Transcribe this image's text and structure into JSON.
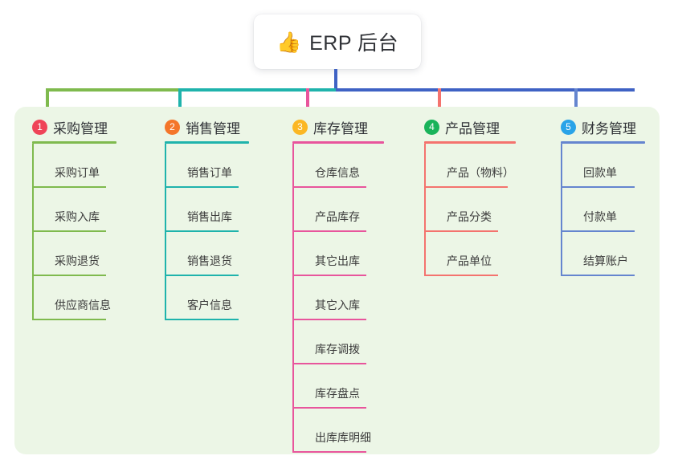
{
  "root": {
    "icon": "thumbs-up-emoji",
    "emoji": "👍",
    "title": "ERP 后台"
  },
  "panel": {
    "background": "#ecf6e6"
  },
  "connector": {
    "stem_color": "#3f62c4",
    "segments": [
      {
        "color": "#7fba4e"
      },
      {
        "color": "#1fb3ac"
      },
      {
        "color": "#3f62c4"
      }
    ]
  },
  "columns": [
    {
      "number": "1",
      "title": "采购管理",
      "badge_color": "#ef4458",
      "line_color": "#7fba4e",
      "items": [
        "采购订单",
        "采购入库",
        "采购退货",
        "供应商信息"
      ]
    },
    {
      "number": "2",
      "title": "销售管理",
      "badge_color": "#f4762a",
      "line_color": "#1fb3ac",
      "items": [
        "销售订单",
        "销售出库",
        "销售退货",
        "客户信息"
      ]
    },
    {
      "number": "3",
      "title": "库存管理",
      "badge_color": "#fbb724",
      "line_color": "#e8559c",
      "items": [
        "仓库信息",
        "产品库存",
        "其它出库",
        "其它入库",
        "库存调拨",
        "库存盘点",
        "出库库明细"
      ]
    },
    {
      "number": "4",
      "title": "产品管理",
      "badge_color": "#19b35a",
      "line_color": "#f4736e",
      "items": [
        "产品（物料）",
        "产品分类",
        "产品单位"
      ]
    },
    {
      "number": "5",
      "title": "财务管理",
      "badge_color": "#29a3e8",
      "line_color": "#6585cf",
      "items": [
        "回款单",
        "付款单",
        "结算账户"
      ]
    }
  ]
}
